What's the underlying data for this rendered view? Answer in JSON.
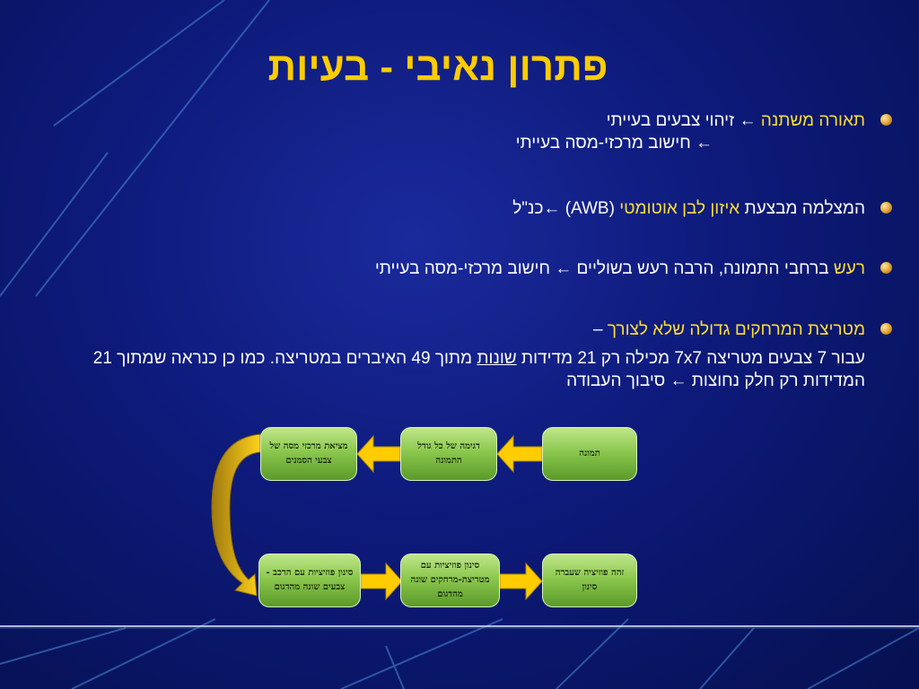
{
  "title": "פתרון נאיבי - בעיות",
  "bullets": [
    {
      "lines": [
        {
          "hl": "תאורה משתנה",
          "rest": " ← זיהוי צבעים בעייתי"
        },
        {
          "text": "← חישוב מרכזי-מסה בעייתי"
        }
      ]
    },
    {
      "pre": "המצלמה מבצעת ",
      "hl": "איזון לבן אוטומטי",
      "post": " (AWB) ←כנ\"ל"
    },
    {
      "hl": "רעש",
      "rest": " ברחבי התמונה,  הרבה רעש בשוליים ← חישוב מרכזי-מסה בעייתי"
    },
    {
      "hl": "מטריצת המרחקים גדולה שלא לצורך",
      "dash": " –",
      "para_a": "עבור 7 צבעים מטריצה 7x7 מכילה רק 21 מדידות ",
      "para_u": "שונות",
      "para_b": " מתוך 49 האיברים במטריצה. כמו כן כנראה שמתוך 21 המדידות רק חלק נחוצות ← סיבוך העבודה"
    }
  ],
  "flow": {
    "top": [
      "תמונה",
      "דגימה של כל גודל התמונה",
      "מציאת מרכזי מסה של צבעי הסמנים"
    ],
    "bottom": [
      "זהה פוזיציה שעברה סינון",
      "סינון פוזיציות עם מטריצת-מרחקים שונה מהדגום",
      "סינון פוזיציות עם הרכב -צבעים שונה מהדגום"
    ]
  },
  "colors": {
    "title": "#ffcc00",
    "highlight": "#ffdd33",
    "text": "#ffffff",
    "box": "#8cc84e",
    "arrow": "#ffcc00"
  }
}
